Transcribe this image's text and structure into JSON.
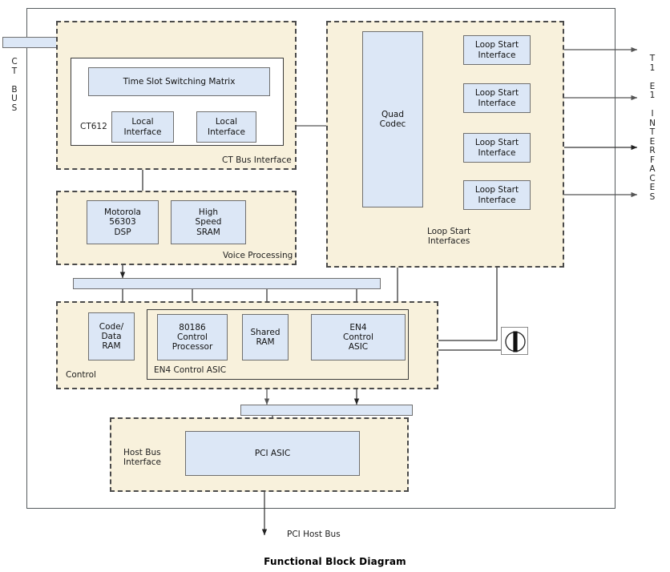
{
  "caption": "Functional Block Diagram",
  "edge_labels": {
    "ct_bus": "C\nT\n\nB\nU\nS",
    "t1e1": "T\n1\n\nE\n1\n\nI\nN\nT\nE\nR\nF\nA\nC\nE\nS",
    "pci_host_bus": "PCI Host Bus"
  },
  "groups": {
    "ct_bus_interface": {
      "label": "CT Bus Interface"
    },
    "loop_start_interfaces": {
      "label": "Loop Start\nInterfaces"
    },
    "voice_processing": {
      "label": "Voice Processing"
    },
    "control": {
      "label": "Control"
    },
    "host_bus_interface": {
      "label": "Host Bus\nInterface"
    }
  },
  "sub_enclosures": {
    "ct612": {
      "label": "CT612"
    },
    "en4_control_asic": {
      "label": "EN4 Control ASIC"
    }
  },
  "blocks": {
    "time_slot_switching_matrix": "Time Slot Switching Matrix",
    "local_interface_left": "Local\nInterface",
    "local_interface_right": "Local\nInterface",
    "quad_codec": "Quad\nCodec",
    "loop_start_interface_1": "Loop Start\nInterface",
    "loop_start_interface_2": "Loop Start\nInterface",
    "loop_start_interface_3": "Loop Start\nInterface",
    "loop_start_interface_4": "Loop Start\nInterface",
    "motorola_dsp": "Motorola\n56303\nDSP",
    "high_speed_sram": "High\nSpeed\nSRAM",
    "code_data_ram": "Code/\nData\nRAM",
    "control_processor": "80186\nControl\nProcessor",
    "shared_ram": "Shared\nRAM",
    "en4_control_asic_block": "EN4\nControl\nASIC",
    "pci_asic": "PCI ASIC"
  },
  "colors": {
    "block_fill": "#dce7f6",
    "block_stroke": "#6f6f6f",
    "group_fill": "#f8f1dc",
    "group_stroke": "#4a4a4a",
    "wire": "#333333",
    "chassis_stroke": "#555b5e"
  }
}
